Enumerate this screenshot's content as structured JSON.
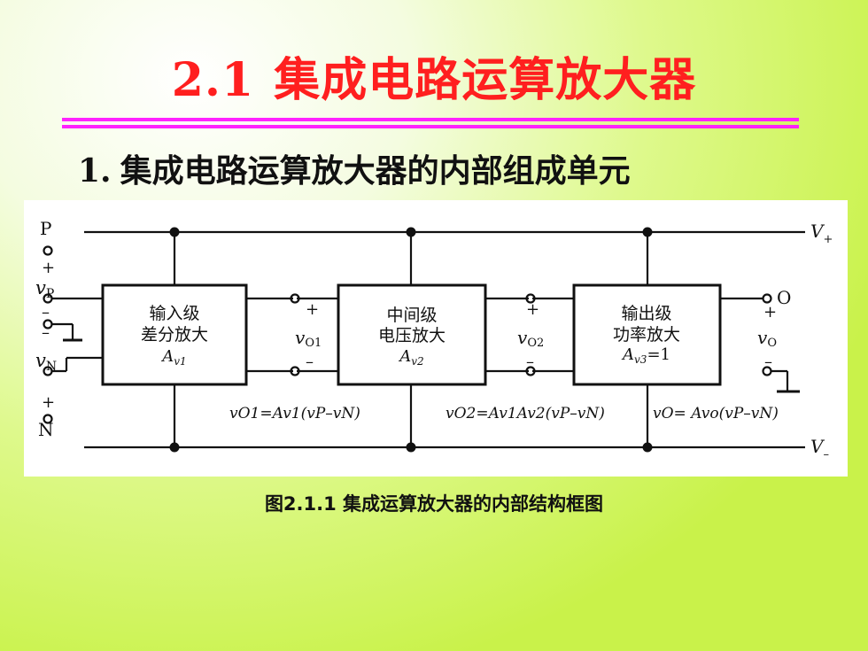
{
  "slide": {
    "title_number": "2.1",
    "title_text": "集成电路运算放大器",
    "subtitle_number": "1.",
    "subtitle_text": "集成电路运算放大器的内部组成单元",
    "caption": "图2.1.1 集成运算放大器的内部结构框图"
  },
  "colors": {
    "title": "#ff1f1f",
    "rule": "#ff22ff",
    "background": "#def98c"
  },
  "diagram": {
    "terminals": {
      "p": "P",
      "n": "N",
      "o": "O",
      "vp": "v",
      "vp_sub": "P",
      "vn": "v",
      "vn_sub": "N",
      "vplus": "V",
      "vplus_sub": "+",
      "vminus": "V",
      "vminus_sub": "–"
    },
    "signs": {
      "plus": "+",
      "minus": "–"
    },
    "blocks": [
      {
        "line1": "输入级",
        "line2": "差分放大",
        "gain": "A",
        "gain_sub": "v1",
        "gain_extra": ""
      },
      {
        "line1": "中间级",
        "line2": "电压放大",
        "gain": "A",
        "gain_sub": "v2",
        "gain_extra": ""
      },
      {
        "line1": "输出级",
        "line2": "功率放大",
        "gain": "A",
        "gain_sub": "v3",
        "gain_extra": "=1"
      }
    ],
    "outputs": [
      {
        "v": "v",
        "sub": "O1"
      },
      {
        "v": "v",
        "sub": "O2"
      },
      {
        "v": "v",
        "sub": "O"
      }
    ],
    "equations": [
      "vO1=Av1(vP–vN)",
      "vO2=Av1Av2(vP–vN)",
      "vO= Avo(vP–vN)"
    ]
  }
}
